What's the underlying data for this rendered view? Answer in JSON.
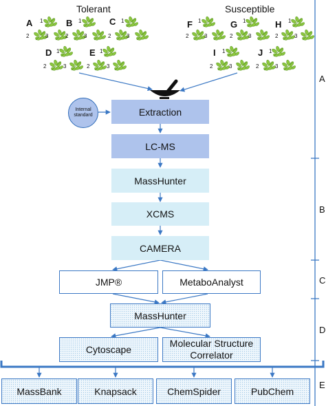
{
  "groups": {
    "tolerant": {
      "title": "Tolerant",
      "letters": [
        "A",
        "B",
        "C",
        "D",
        "E"
      ]
    },
    "susceptible": {
      "title": "Susceptible",
      "letters": [
        "F",
        "G",
        "H",
        "I",
        "J"
      ]
    },
    "replicate_labels": [
      "1",
      "2",
      "3"
    ]
  },
  "internal_standard": {
    "line1": "Internal",
    "line2": "standard"
  },
  "pipeline": {
    "extraction": "Extraction",
    "lcms": "LC-MS",
    "masshunter1": "MassHunter",
    "xcms": "XCMS",
    "camera": "CAMERA",
    "jmp": "JMP®",
    "metaboanalyst": "MetaboAnalyst",
    "masshunter2": "MassHunter",
    "cytoscape": "Cytoscape",
    "msc_line1": "Molecular Structure",
    "msc_line2": "Correlator"
  },
  "databases": [
    "MassBank",
    "Knapsack",
    "ChemSpider",
    "PubChem"
  ],
  "side_labels": [
    "A",
    "B",
    "C",
    "D",
    "E"
  ],
  "colors": {
    "line": "#3b78c4",
    "blue_box": "#aec3ec",
    "cyan_box": "#d6eef7",
    "leaf": "#8cc63f",
    "leaf_dark": "#5f9a2a"
  },
  "icons": {
    "mortar": "mortar-pestle-icon",
    "plant": "plant-seedling-icon"
  }
}
